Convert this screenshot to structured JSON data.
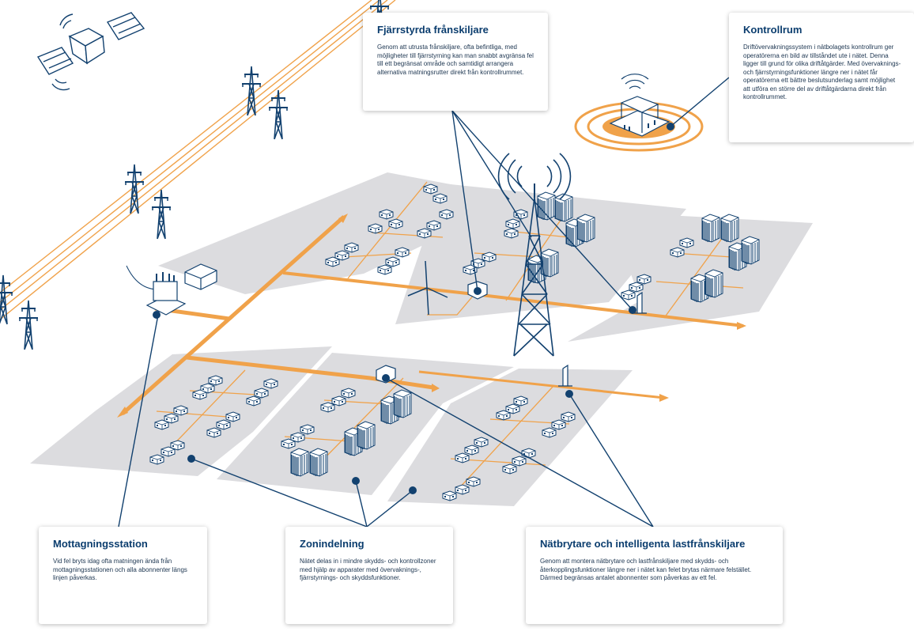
{
  "callouts": {
    "franskiljare": {
      "title": "Fjärrstyrda frånskiljare",
      "text": "Genom att utrusta frånskiljare, ofta befintliga, med möjligheter till fjärrstyrning kan man snabbt avgränsa fel till ett begränsat område och samtidigt arrangera alternativa matningsrutter direkt från kontrollrummet."
    },
    "kontrollrum": {
      "title": "Kontrollrum",
      "text": "Driftövervakningssystem i nätbolagets kontrollrum ger operatörerna en bild av tillståndet ute i nätet. Denna ligger till grund för olika driftåtgärder. Med övervaknings- och fjärrstyrningsfunktioner längre ner i nätet får operatörerna ett bättre beslutsunderlag samt möjlighet att utföra en större del av driftåtgärdarna direkt från kontrollrummet."
    },
    "mottagning": {
      "title": "Mottagningsstation",
      "text": "Vid fel bryts idag ofta matningen ända från mottagningsstationen och alla abonnenter längs linjen påverkas."
    },
    "zon": {
      "title": "Zonindelning",
      "text": "Nätet delas in i mindre skydds- och kontrollzoner med hjälp av apparater med övervaknings-, fjärrstyrnings- och skyddsfunktioner."
    },
    "natbrytare": {
      "title": "Nätbrytare och intelligenta lastfrånskiljare",
      "text": "Genom att montera nätbrytare och lastfrånskiljare med skydds- och återkopplingsfunktioner längre ner i nätet kan felet brytas närmare felstället. Därmed begränsas antalet abonnenter som påverkas av ett fel."
    }
  },
  "colors": {
    "navy": "#12416f",
    "orange": "#f0a24a",
    "zone": "#dcdcdf"
  },
  "icons": [
    "satellite-icon",
    "power-pylon-icon",
    "substation-icon",
    "wind-turbine-icon",
    "radio-tower-icon",
    "control-room-icon",
    "house-icon",
    "apartment-building-icon",
    "disconnector-switch-icon"
  ]
}
